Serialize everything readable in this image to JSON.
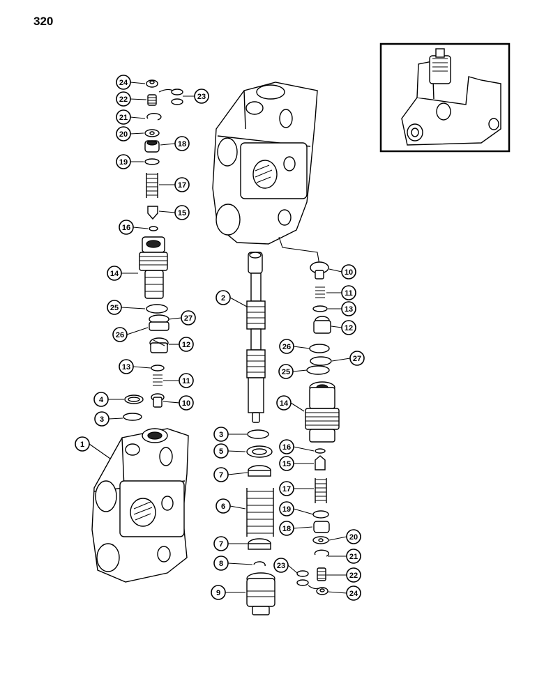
{
  "page_number": "320",
  "callouts": [
    {
      "label": "24"
    },
    {
      "label": "22"
    },
    {
      "label": "23"
    },
    {
      "label": "21"
    },
    {
      "label": "20"
    },
    {
      "label": "18"
    },
    {
      "label": "19"
    },
    {
      "label": "17"
    },
    {
      "label": "15"
    },
    {
      "label": "16"
    },
    {
      "label": "14"
    },
    {
      "label": "25"
    },
    {
      "label": "27"
    },
    {
      "label": "26"
    },
    {
      "label": "12"
    },
    {
      "label": "13"
    },
    {
      "label": "11"
    },
    {
      "label": "4"
    },
    {
      "label": "10"
    },
    {
      "label": "3"
    },
    {
      "label": "1"
    },
    {
      "label": "2"
    },
    {
      "label": "3"
    },
    {
      "label": "5"
    },
    {
      "label": "7"
    },
    {
      "label": "6"
    },
    {
      "label": "7"
    },
    {
      "label": "8"
    },
    {
      "label": "9"
    },
    {
      "label": "10"
    },
    {
      "label": "11"
    },
    {
      "label": "13"
    },
    {
      "label": "12"
    },
    {
      "label": "26"
    },
    {
      "label": "27"
    },
    {
      "label": "25"
    },
    {
      "label": "14"
    },
    {
      "label": "16"
    },
    {
      "label": "15"
    },
    {
      "label": "17"
    },
    {
      "label": "19"
    },
    {
      "label": "18"
    },
    {
      "label": "20"
    },
    {
      "label": "21"
    },
    {
      "label": "23"
    },
    {
      "label": "22"
    },
    {
      "label": "24"
    }
  ]
}
